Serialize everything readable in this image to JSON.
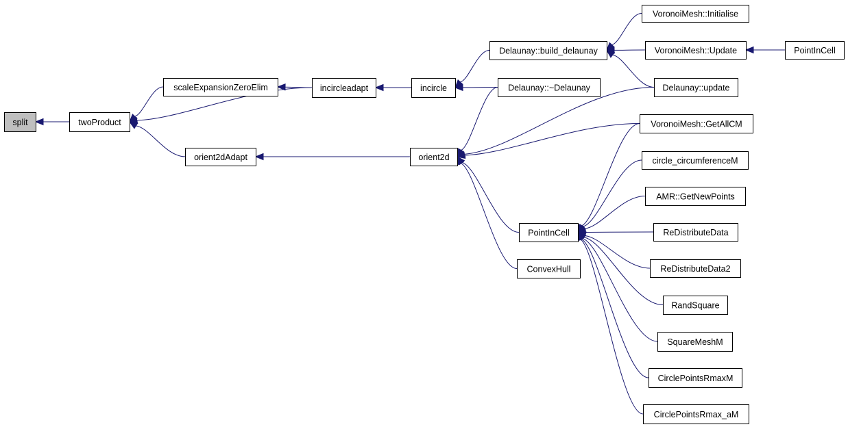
{
  "colors": {
    "edge": "#191970",
    "node_fill": "#ffffff",
    "highlight_fill": "#bfbfbf",
    "node_border": "#000000"
  },
  "nodes": [
    {
      "id": "split",
      "label": "split",
      "highlight": true
    },
    {
      "id": "twoProduct",
      "label": "twoProduct"
    },
    {
      "id": "scaleExpansionZeroElim",
      "label": "scaleExpansionZeroElim"
    },
    {
      "id": "orient2dAdapt",
      "label": "orient2dAdapt"
    },
    {
      "id": "incircleadapt",
      "label": "incircleadapt"
    },
    {
      "id": "incircle",
      "label": "incircle"
    },
    {
      "id": "orient2d",
      "label": "orient2d"
    },
    {
      "id": "build_delaunay",
      "label": "Delaunay::build_delaunay"
    },
    {
      "id": "dtor_delaunay",
      "label": "Delaunay::~Delaunay"
    },
    {
      "id": "vm_initialise",
      "label": "VoronoiMesh::Initialise"
    },
    {
      "id": "vm_update",
      "label": "VoronoiMesh::Update"
    },
    {
      "id": "pointincell_top",
      "label": "PointInCell"
    },
    {
      "id": "delaunay_update",
      "label": "Delaunay::update"
    },
    {
      "id": "vm_getallcm",
      "label": "VoronoiMesh::GetAllCM"
    },
    {
      "id": "circle_circumferenceM",
      "label": "circle_circumferenceM"
    },
    {
      "id": "amr_getnewpoints",
      "label": "AMR::GetNewPoints"
    },
    {
      "id": "pointincell",
      "label": "PointInCell"
    },
    {
      "id": "redistributedata",
      "label": "ReDistributeData"
    },
    {
      "id": "redistributedata2",
      "label": "ReDistributeData2"
    },
    {
      "id": "convexhull",
      "label": "ConvexHull"
    },
    {
      "id": "randsquare",
      "label": "RandSquare"
    },
    {
      "id": "squaremeshm",
      "label": "SquareMeshM"
    },
    {
      "id": "circlepointsrmaxm",
      "label": "CirclePointsRmaxM"
    },
    {
      "id": "circlepointsrmax_am",
      "label": "CirclePointsRmax_aM"
    }
  ],
  "edges": [
    {
      "from": "twoProduct",
      "to": "split"
    },
    {
      "from": "scaleExpansionZeroElim",
      "to": "twoProduct"
    },
    {
      "from": "incircleadapt",
      "to": "twoProduct"
    },
    {
      "from": "orient2dAdapt",
      "to": "twoProduct"
    },
    {
      "from": "incircleadapt",
      "to": "scaleExpansionZeroElim"
    },
    {
      "from": "incircle",
      "to": "incircleadapt"
    },
    {
      "from": "orient2d",
      "to": "orient2dAdapt"
    },
    {
      "from": "build_delaunay",
      "to": "incircle"
    },
    {
      "from": "dtor_delaunay",
      "to": "incircle"
    },
    {
      "from": "vm_initialise",
      "to": "build_delaunay"
    },
    {
      "from": "vm_update",
      "to": "build_delaunay"
    },
    {
      "from": "delaunay_update",
      "to": "build_delaunay"
    },
    {
      "from": "pointincell_top",
      "to": "vm_update"
    },
    {
      "from": "dtor_delaunay",
      "to": "orient2d"
    },
    {
      "from": "delaunay_update",
      "to": "orient2d"
    },
    {
      "from": "vm_getallcm",
      "to": "orient2d"
    },
    {
      "from": "pointincell",
      "to": "orient2d"
    },
    {
      "from": "convexhull",
      "to": "orient2d"
    },
    {
      "from": "vm_getallcm",
      "to": "pointincell"
    },
    {
      "from": "circle_circumferenceM",
      "to": "pointincell"
    },
    {
      "from": "amr_getnewpoints",
      "to": "pointincell"
    },
    {
      "from": "redistributedata",
      "to": "pointincell"
    },
    {
      "from": "redistributedata2",
      "to": "pointincell"
    },
    {
      "from": "randsquare",
      "to": "pointincell"
    },
    {
      "from": "squaremeshm",
      "to": "pointincell"
    },
    {
      "from": "circlepointsrmaxm",
      "to": "pointincell"
    },
    {
      "from": "circlepointsrmax_am",
      "to": "pointincell"
    }
  ]
}
